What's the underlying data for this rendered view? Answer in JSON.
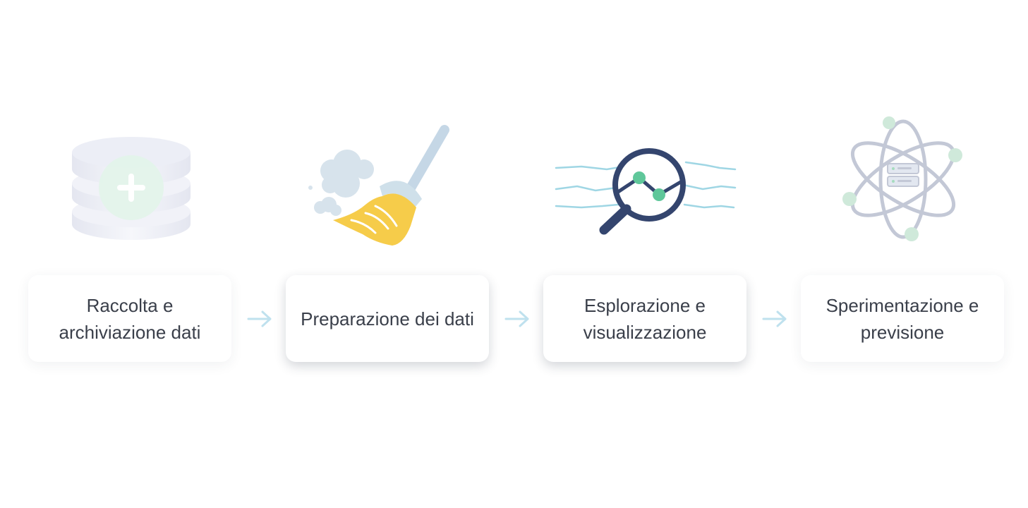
{
  "steps": [
    {
      "label": "Raccolta e\narchiviazione dati",
      "icon": "database-add-icon"
    },
    {
      "label": "Preparazione dei dati",
      "icon": "broom-icon"
    },
    {
      "label": "Esplorazione e\nvisualizzazione",
      "icon": "magnifier-chart-icon"
    },
    {
      "label": "Sperimentazione e\nprevisione",
      "icon": "atom-server-icon"
    }
  ],
  "connectors": [
    "arrow-right-icon",
    "arrow-right-icon",
    "arrow-right-icon"
  ],
  "colors": {
    "text": "#3a3f4a",
    "arrow": "#bfe1ee",
    "disk": "#e9ebf4",
    "plus_circle": "#e3f3ea",
    "broom_yellow": "#f6cc4a",
    "navy": "#34456e",
    "green": "#5fc79a",
    "wave": "#9fd6e4",
    "atom_gray": "#c3c8d6",
    "atom_green": "#cfe9da"
  }
}
